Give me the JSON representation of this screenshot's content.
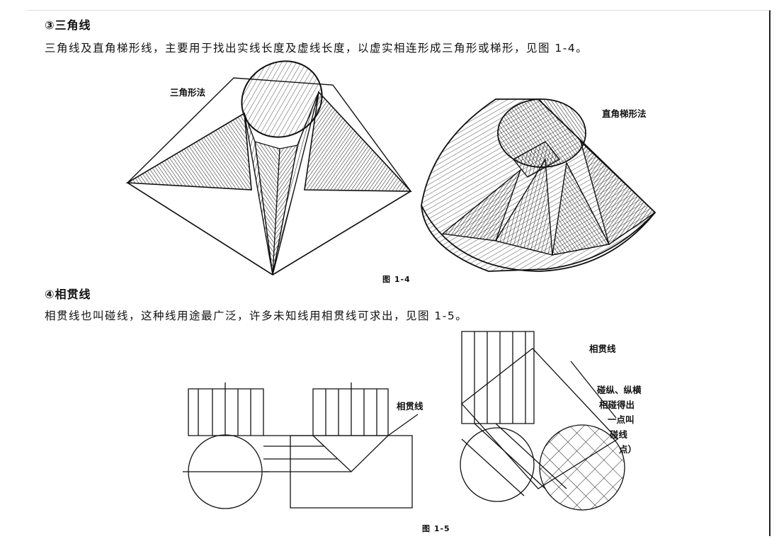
{
  "section3": {
    "heading": "③三角线",
    "paragraph": "三角线及直角梯形线，主要用于找出实线长度及虚线长度，以虚实相连形成三角形或梯形，见图 1-4。"
  },
  "figure_1_4": {
    "label_left": "三角形法",
    "label_right": "直角梯形法",
    "caption": "图 1-4"
  },
  "section4": {
    "heading": "④相贯线",
    "paragraph": "相贯线也叫碰线，这种线用途最广泛，许多未知线用相贯线可求出，见图 1-5。"
  },
  "figure_1_5": {
    "label_left": "相贯线",
    "label_right": "相贯线",
    "note_lines": [
      "碰纵、纵横",
      "相碰得出",
      "一点叫",
      "碰线",
      "点）"
    ],
    "caption": "图 1-5"
  }
}
